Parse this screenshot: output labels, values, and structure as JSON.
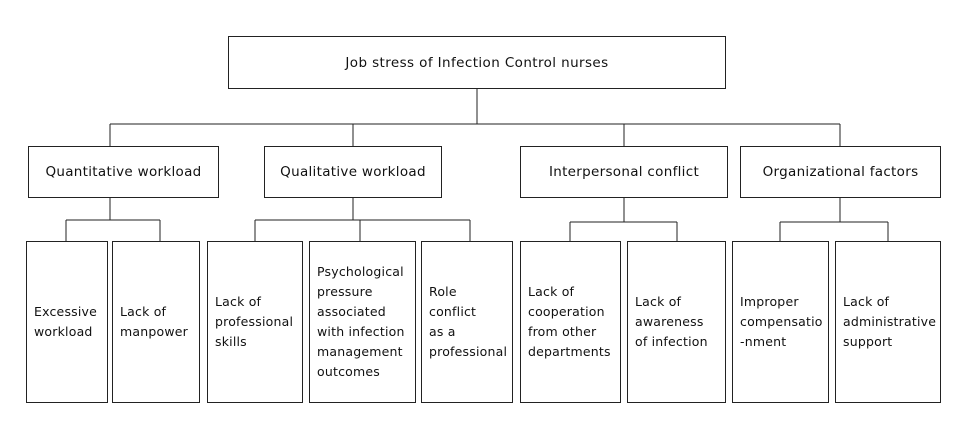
{
  "root": {
    "label": "Job stress of Infection Control nurses"
  },
  "categories": [
    {
      "label": "Quantitative workload"
    },
    {
      "label": "Qualitative workload"
    },
    {
      "label": "Interpersonal conflict"
    },
    {
      "label": "Organizational factors"
    }
  ],
  "leaves": [
    {
      "lines": [
        "Excessive",
        "workload"
      ]
    },
    {
      "lines": [
        "Lack of",
        "manpower"
      ]
    },
    {
      "lines": [
        "Lack of",
        "professional",
        "skills"
      ]
    },
    {
      "lines": [
        "Psychological",
        "pressure",
        "associated",
        "with infection",
        "management",
        "outcomes"
      ]
    },
    {
      "lines": [
        "Role",
        "conflict",
        "as a",
        "professional"
      ]
    },
    {
      "lines": [
        "Lack of",
        "cooperation",
        "from other",
        "departments"
      ]
    },
    {
      "lines": [
        "Lack of",
        "awareness",
        "of infection"
      ]
    },
    {
      "lines": [
        "Improper",
        "compensatio",
        "-nment"
      ]
    },
    {
      "lines": [
        "Lack of",
        "administrative",
        "support"
      ]
    }
  ]
}
